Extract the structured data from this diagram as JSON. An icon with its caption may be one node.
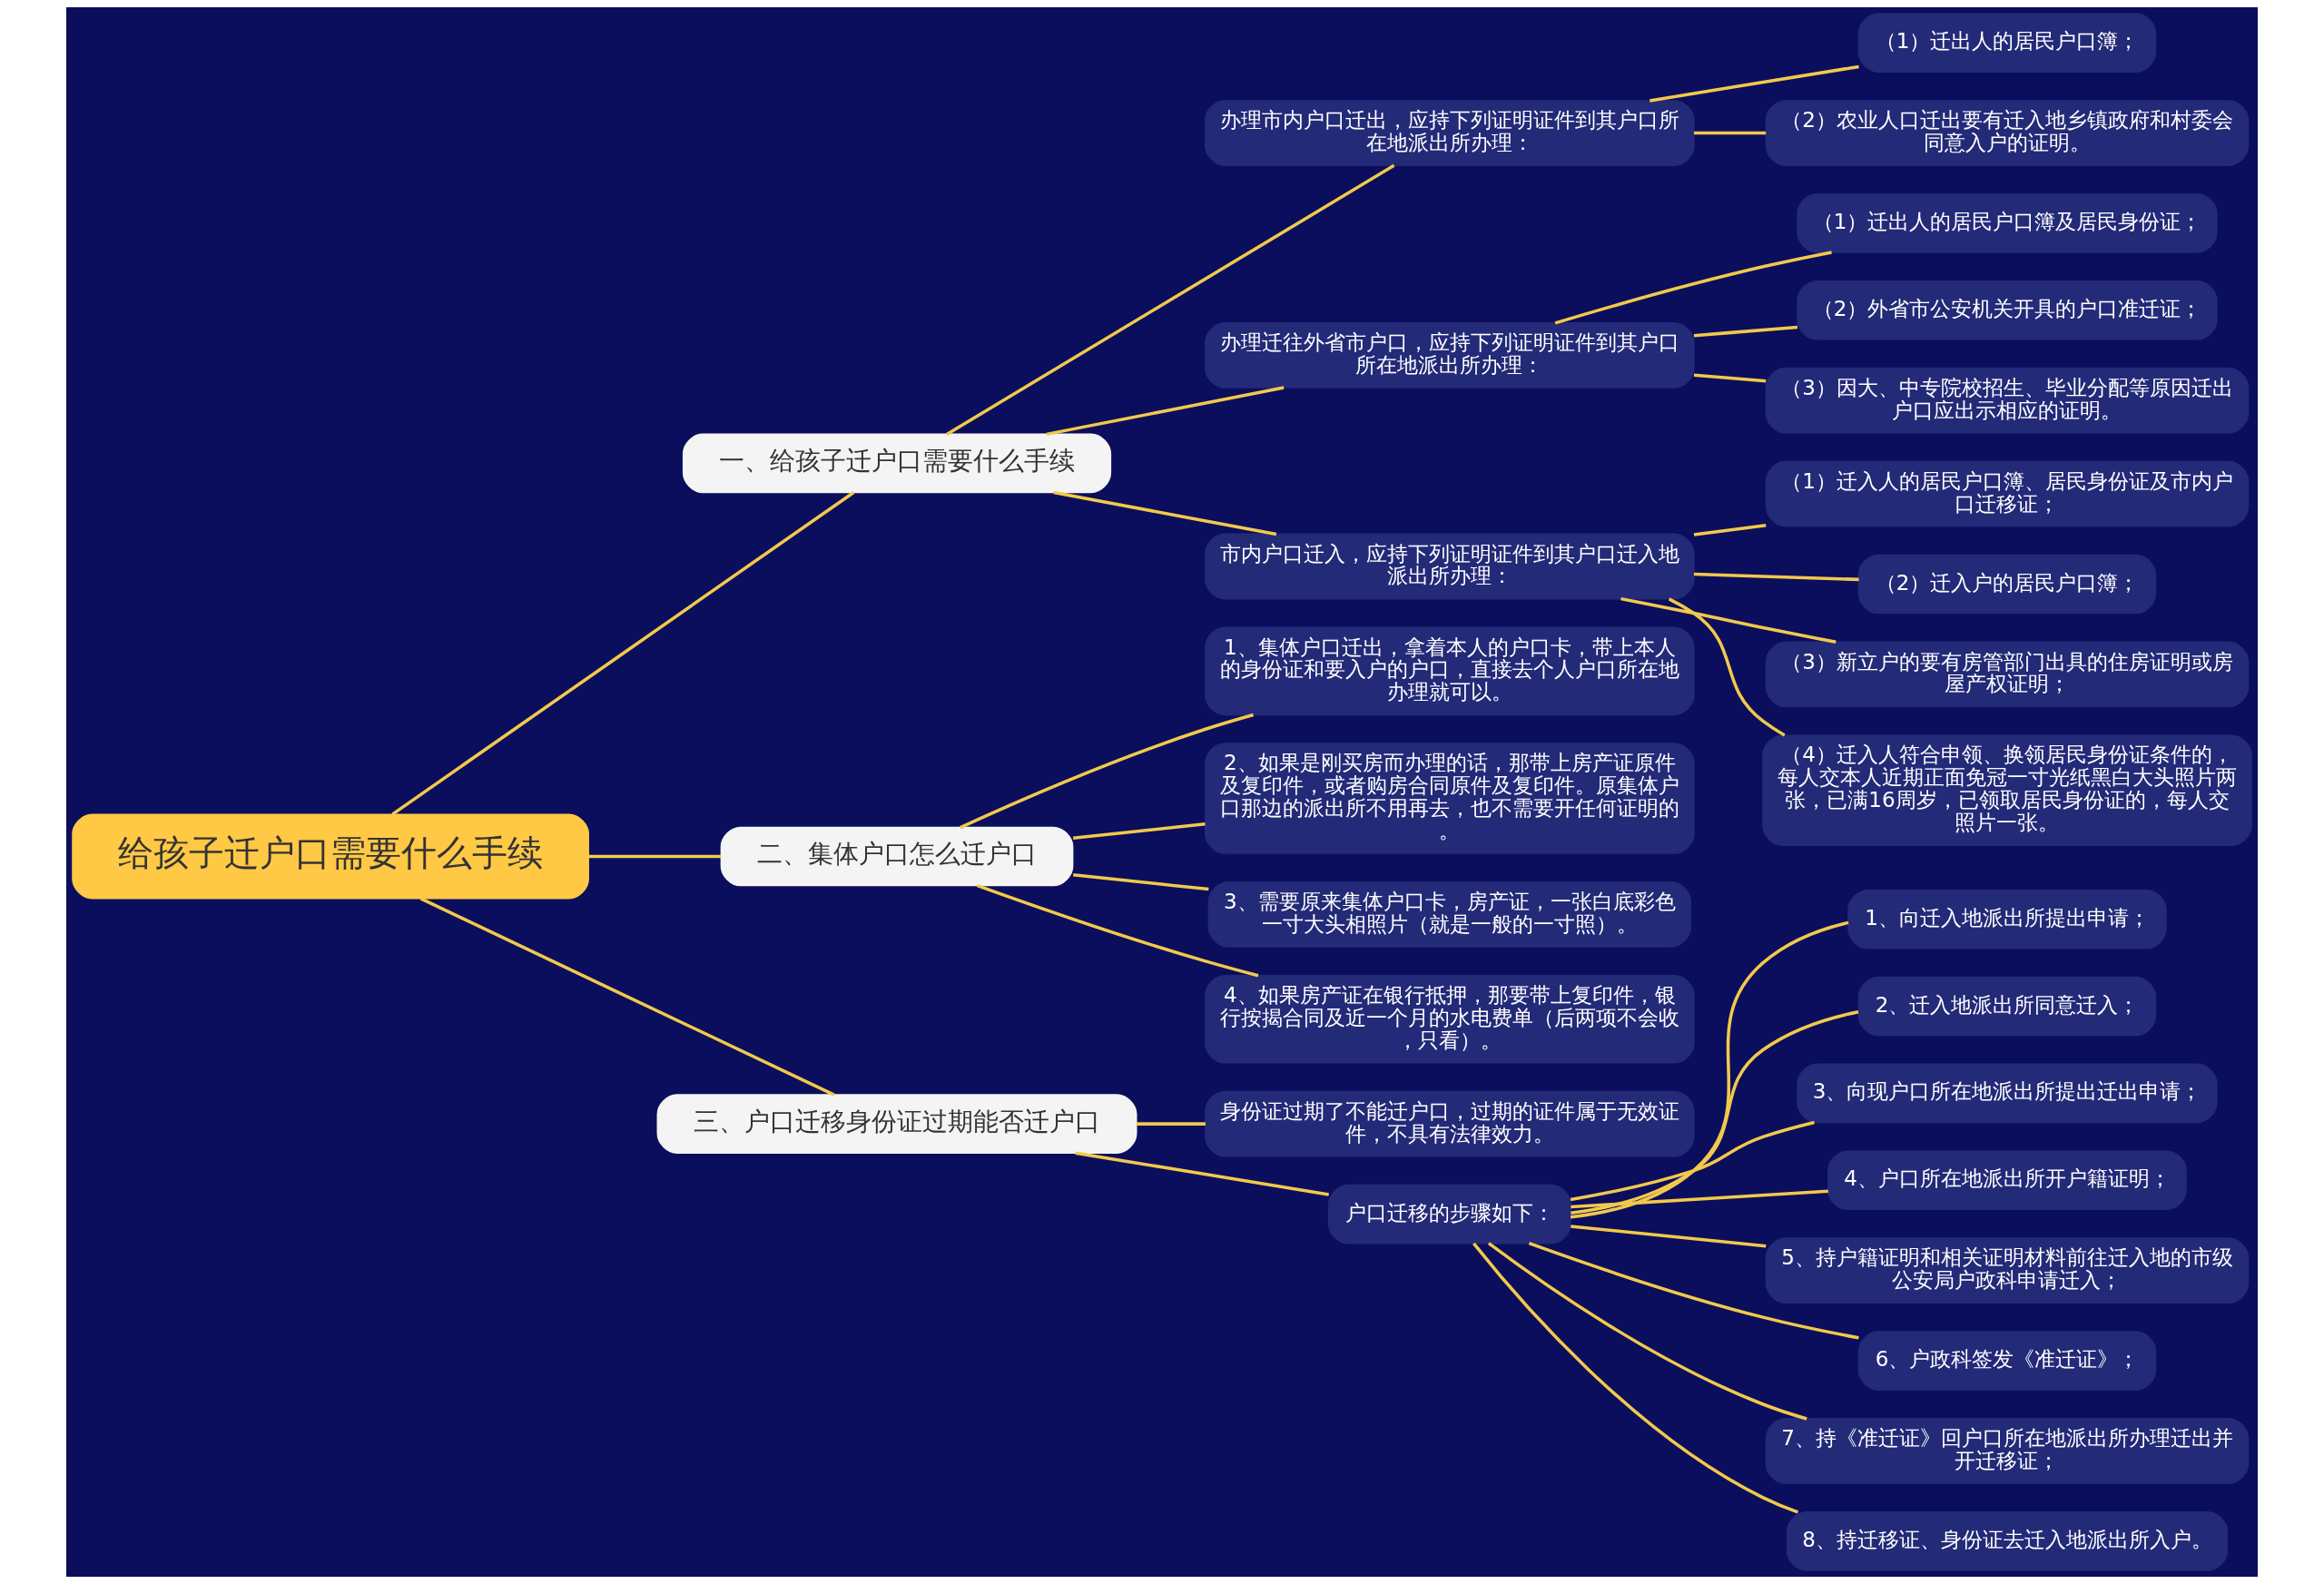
{
  "diagram": {
    "nodes": [
      {
        "text": [
          "给孩子迁户口需要什么手续"
        ]
      },
      {
        "text": [
          "一、给孩子迁户口需要什么手续"
        ]
      },
      {
        "text": [
          "办理市内户口迁出，应持下列证明证件到其户口所在地派出所办理："
        ]
      },
      {
        "text": [
          "（1）迁出人的居民户口簿；"
        ]
      },
      {
        "text": [
          "（2）农业人口迁出要有迁入地乡镇政府和村委会同意入户的证明。"
        ]
      },
      {
        "text": [
          "办理迁往外省市户口，应持下列证明证件到其户口所在地派出所办理："
        ]
      },
      {
        "text": [
          "（1）迁出人的居民户口簿及居民身份证；"
        ]
      },
      {
        "text": [
          "（2）外省市公安机关开具的户口准迁证；"
        ]
      },
      {
        "text": [
          "（3）因大、中专院校招生、毕业分配等原因迁出户口应出示相应的证明。"
        ]
      },
      {
        "text": [
          "市内户口迁入，应持下列证明证件到其户口迁入地派出所办理："
        ]
      },
      {
        "text": [
          "（1）迁入人的居民户口簿、居民身份证及市内户口迁移证；"
        ]
      },
      {
        "text": [
          "（2）迁入户的居民户口簿；"
        ]
      },
      {
        "text": [
          "（3）新立户的要有房管部门出具的住房证明或房屋产权证明；"
        ]
      },
      {
        "text": [
          "（4）迁入人符合申领、换领居民身份证条件的，每人交本人近期正面免冠一寸光纸黑白大头照片两张，已满16周岁，已领取居民身份证的，每人交照片一张。"
        ]
      },
      {
        "text": [
          "二、集体户口怎么迁户口"
        ]
      },
      {
        "text": [
          "1、集体户口迁出，拿着本人的户口卡，带上本人的身份证和要入户的户口，直接去个人户口所在地办理就可以。"
        ]
      },
      {
        "text": [
          "2、如果是刚买房而办理的话，那带上房产证原件及复印件，或者购房合同原件及复印件。原集体户口那边的派出所不用再去，也不需要开任何证明的。"
        ]
      },
      {
        "text": [
          "3、需要原来集体户口卡，房产证，一张白底彩色一寸大头相照片（就是一般的一寸照）。"
        ]
      },
      {
        "text": [
          "4、如果房产证在银行抵押，那要带上复印件，银行按揭合同及近一个月的水电费单（后两项不会收，只看）。"
        ]
      },
      {
        "text": [
          "三、户口迁移身份证过期能否迁户口"
        ]
      },
      {
        "text": [
          "身份证过期了不能迁户口，过期的证件属于无效证件，不具有法律效力。"
        ]
      },
      {
        "text": [
          "户口迁移的步骤如下："
        ]
      },
      {
        "text": [
          "1、向迁入地派出所提出申请；"
        ]
      },
      {
        "text": [
          "2、迁入地派出所同意迁入；"
        ]
      },
      {
        "text": [
          "3、向现户口所在地派出所提出迁出申请；"
        ]
      },
      {
        "text": [
          "4、户口所在地派出所开户籍证明；"
        ]
      },
      {
        "text": [
          "5、持户籍证明和相关证明材料前往迁入地的市级公安局户政科申请迁入；"
        ]
      },
      {
        "text": [
          "6、户政科签发《准迁证》；"
        ]
      },
      {
        "text": [
          "7、持《准迁证》回户口所在地派出所办理迁出并开迁移证；"
        ]
      },
      {
        "text": [
          "8、持迁移证、身份证去迁入地派出所入户。"
        ]
      }
    ],
    "edges": [
      {
        "from": 0,
        "to": 1,
        "arrow": "none"
      },
      {
        "from": 1,
        "to": 2,
        "arrow": "none"
      },
      {
        "from": 2,
        "to": 3,
        "arrow": "none"
      },
      {
        "from": 2,
        "to": 4,
        "arrow": "none"
      },
      {
        "from": 1,
        "to": 5,
        "arrow": "none"
      },
      {
        "from": 5,
        "to": 6,
        "arrow": "none"
      },
      {
        "from": 5,
        "to": 7,
        "arrow": "none"
      },
      {
        "from": 5,
        "to": 8,
        "arrow": "none"
      },
      {
        "from": 1,
        "to": 9,
        "arrow": "none"
      },
      {
        "from": 9,
        "to": 10,
        "arrow": "none"
      },
      {
        "from": 9,
        "to": 11,
        "arrow": "none"
      },
      {
        "from": 9,
        "to": 12,
        "arrow": "none"
      },
      {
        "from": 9,
        "to": 13,
        "arrow": "none"
      },
      {
        "from": 0,
        "to": 14,
        "arrow": "none"
      },
      {
        "from": 14,
        "to": 15,
        "arrow": "none"
      },
      {
        "from": 14,
        "to": 16,
        "arrow": "none"
      },
      {
        "from": 14,
        "to": 17,
        "arrow": "none"
      },
      {
        "from": 14,
        "to": 18,
        "arrow": "none"
      },
      {
        "from": 0,
        "to": 19,
        "arrow": "none"
      },
      {
        "from": 19,
        "to": 20,
        "arrow": "none"
      },
      {
        "from": 19,
        "to": 21,
        "arrow": "none"
      },
      {
        "from": 21,
        "to": 22,
        "arrow": "none"
      },
      {
        "from": 21,
        "to": 23,
        "arrow": "none"
      },
      {
        "from": 21,
        "to": 24,
        "arrow": "none"
      },
      {
        "from": 21,
        "to": 25,
        "arrow": "none"
      },
      {
        "from": 21,
        "to": 26,
        "arrow": "none"
      },
      {
        "from": 21,
        "to": 27,
        "arrow": "none"
      },
      {
        "from": 21,
        "to": 28,
        "arrow": "none"
      },
      {
        "from": 21,
        "to": 29,
        "arrow": "none"
      }
    ]
  }
}
